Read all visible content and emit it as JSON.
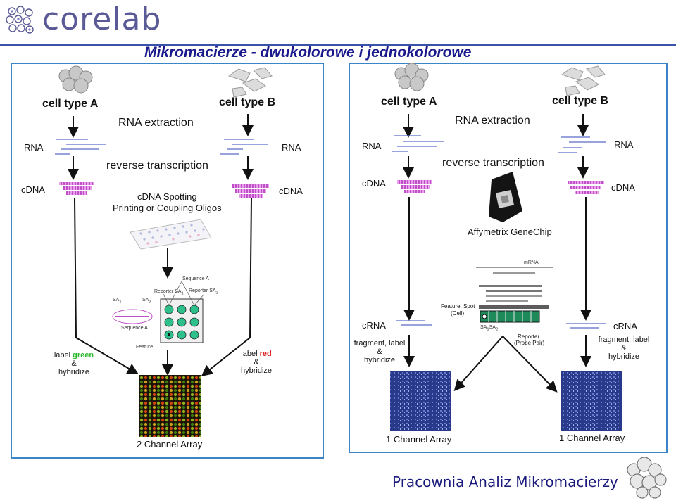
{
  "header": {
    "logo_text": "corelab",
    "title": "Mikromacierze - dwukolorowe i jednokolorowe"
  },
  "left_panel": {
    "cell_a": "cell type A",
    "cell_b": "cell type B",
    "rna_extraction": "RNA extraction",
    "rna_left": "RNA",
    "rna_right": "RNA",
    "reverse_transcription": "reverse transcription",
    "cdna_left": "cDNA",
    "cdna_right": "cDNA",
    "spotting_1": "cDNA Spotting",
    "spotting_2": "Printing or Coupling Oligos",
    "label_prefix": "label",
    "green": "green",
    "red": "red",
    "amp": "&",
    "hybridize": "hybridize",
    "array": "2 Channel Array",
    "detail": {
      "sequence_a_top": "Sequence A",
      "reporter_1": "Reporter",
      "sa1": "SA",
      "reporter_2": "Reporter",
      "sa2": "SA",
      "sa1_left": "SA",
      "sa2_left": "SA",
      "sequence_a_bottom": "Sequence A",
      "feature": "Feature"
    }
  },
  "right_panel": {
    "cell_a": "cell type A",
    "cell_b": "cell type B",
    "rna_extraction": "RNA extraction",
    "rna_left": "RNA",
    "rna_right": "RNA",
    "reverse_transcription": "reverse transcription",
    "cdna_left": "cDNA",
    "cdna_right": "cDNA",
    "chip_label": "Affymetrix GeneChip",
    "crna_left": "cRNA",
    "crna_right": "cRNA",
    "fragment_left": "fragment, label",
    "fragment_right": "fragment, label",
    "amp": "&",
    "hybridize": "hybridize",
    "array_left": "1 Channel Array",
    "array_right": "1 Channel Array",
    "detail": {
      "mrna": "mRNA",
      "feature_spot": "Feature, Spot",
      "cell": "(Cell)",
      "sa": "SA",
      "reporter": "Reporter",
      "probe_pair": "(Probe Pair)"
    }
  },
  "footer": {
    "text": "Pracownia Analiz Mikromacierzy"
  },
  "colors": {
    "title": "#1a1a8c",
    "panel_border": "#3a84c8",
    "cdna": "#c050c8",
    "green": "#2db82d",
    "red": "#e02020",
    "array_blue": "#2a3a8a"
  }
}
